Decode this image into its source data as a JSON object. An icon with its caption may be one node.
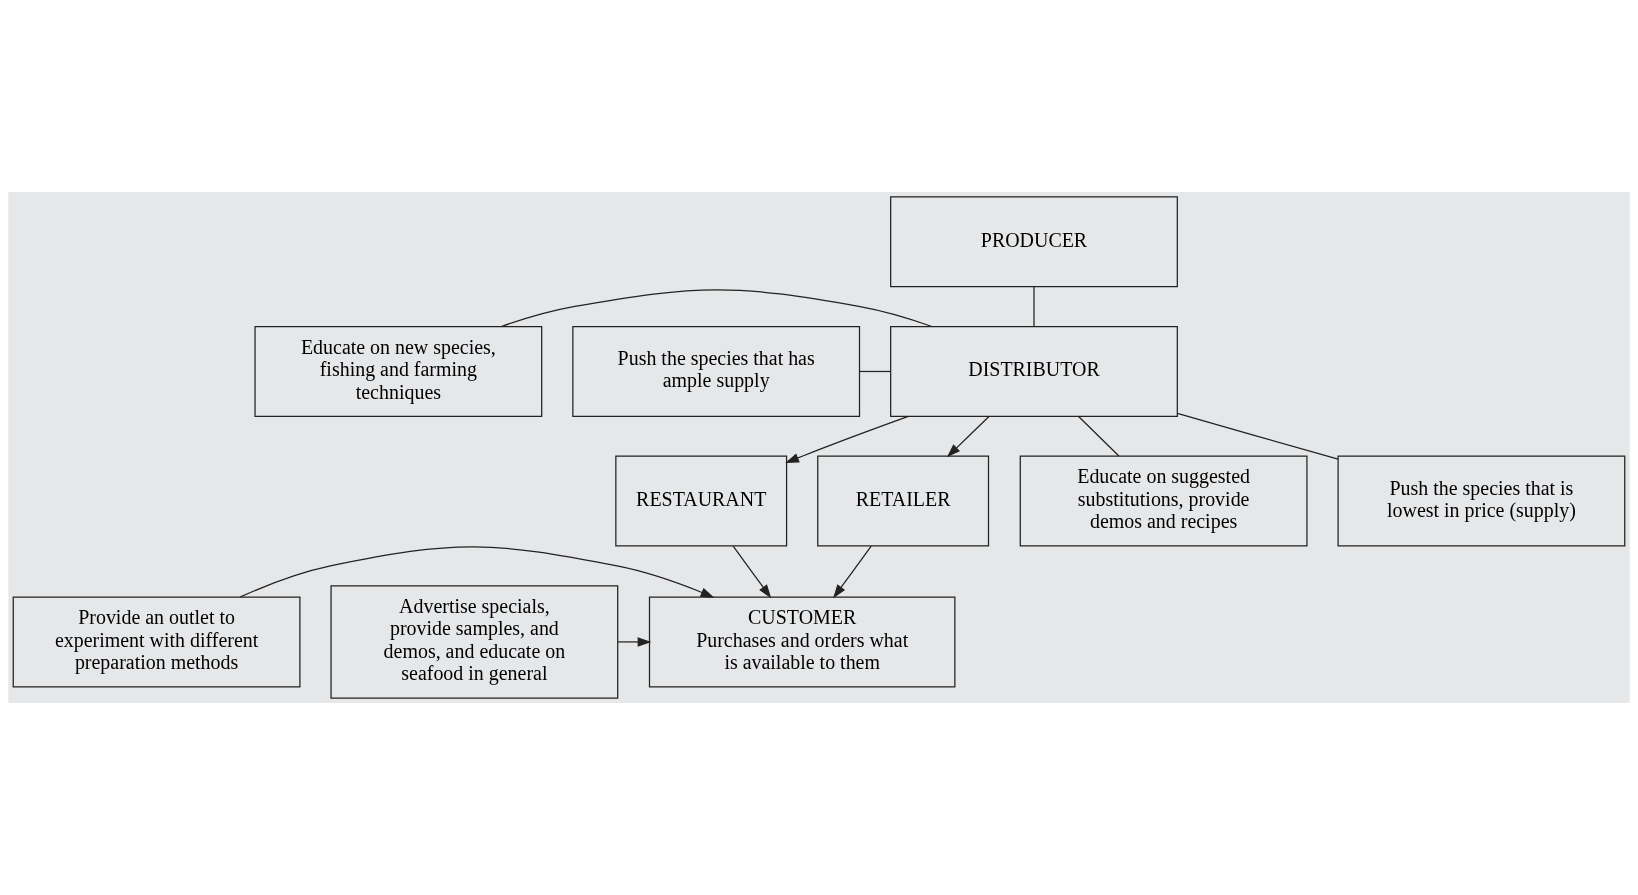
{
  "diagram": {
    "nodes": [
      {
        "text": [
          "PRODUCER"
        ]
      },
      {
        "text": [
          "Educate on new species, fishing and farming techniques"
        ]
      },
      {
        "text": [
          "Push the species that has ample supply"
        ]
      },
      {
        "text": [
          "DISTRIBUTOR"
        ]
      },
      {
        "text": [
          "Educate on suggested substitutions, provide demos and recipes"
        ]
      },
      {
        "text": [
          "Push the species that is lowest in price (supply)"
        ]
      },
      {
        "text": [
          "RESTAURANT"
        ]
      },
      {
        "text": [
          "RETAILER"
        ]
      },
      {
        "text": [
          "Provide an outlet to experiment with different preparation methods"
        ]
      },
      {
        "text": [
          "Advertise specials, provide samples, and demos, and educate on seafood in general"
        ]
      },
      {
        "text": [
          "CUSTOMER",
          "Purchases and orders what is available to them"
        ]
      }
    ],
    "edges": [
      {
        "from": 0,
        "to": 3,
        "arrow": "none"
      },
      {
        "from": 1,
        "to": 3,
        "arrow": "none"
      },
      {
        "from": 2,
        "to": 3,
        "arrow": "none"
      },
      {
        "from": 3,
        "to": 6,
        "arrow": "to"
      },
      {
        "from": 3,
        "to": 7,
        "arrow": "to"
      },
      {
        "from": 4,
        "to": 3,
        "arrow": "none"
      },
      {
        "from": 5,
        "to": 3,
        "arrow": "none"
      },
      {
        "from": 6,
        "to": 10,
        "arrow": "to"
      },
      {
        "from": 7,
        "to": 10,
        "arrow": "to"
      },
      {
        "from": 8,
        "to": 10,
        "arrow": "to"
      },
      {
        "from": 9,
        "to": 10,
        "arrow": "to"
      }
    ]
  }
}
